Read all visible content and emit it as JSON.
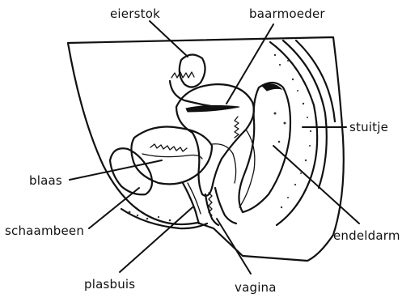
{
  "diagram": {
    "labels": {
      "eierstok": "eierstok",
      "baarmoeder": "baarmoeder",
      "stuitje": "stuitje",
      "blaas": "blaas",
      "schaambeen": "schaambeen",
      "endeldarm": "endeldarm",
      "plasbuis": "plasbuis",
      "vagina": "vagina"
    }
  }
}
